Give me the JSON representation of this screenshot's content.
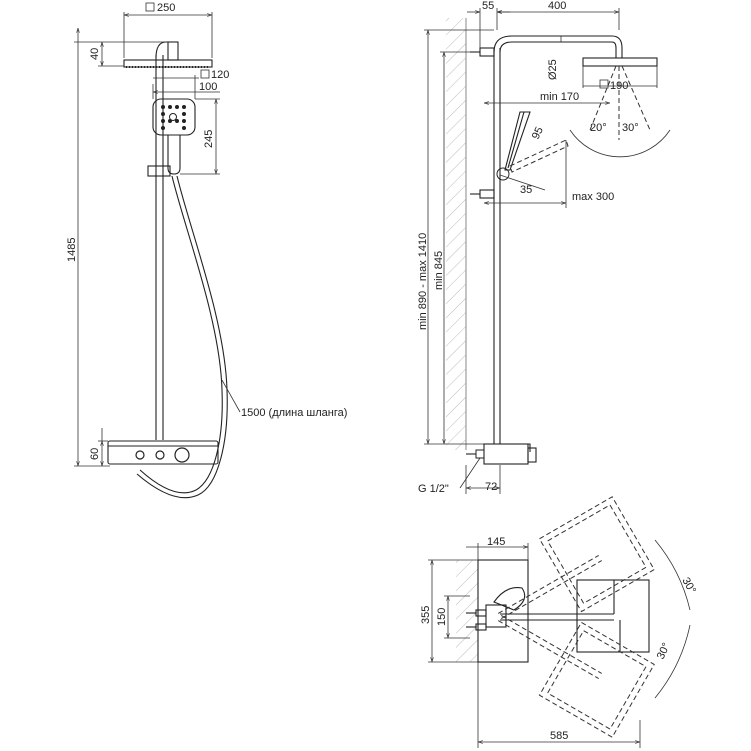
{
  "front_view": {
    "head_width": "250",
    "head_height": "40",
    "handset_size": "120",
    "handset_width": "100",
    "handset_height": "245",
    "total_height": "1485",
    "shelf_height": "60",
    "hose_label": "1500 (длина шланга)"
  },
  "side_view": {
    "wall_offset": "55",
    "arm_length": "400",
    "pipe_diameter": "Ø25",
    "head_size": "190",
    "min_170": "min 170",
    "dim_95": "95",
    "dim_35": "35",
    "max_300": "max 300",
    "angle_left": "20°",
    "angle_right": "30°",
    "height_range": "min 890 - max 1410",
    "min_845": "min 845",
    "thread": "G 1/2\"",
    "dim_72": "72"
  },
  "top_view": {
    "depth": "145",
    "width_355": "355",
    "width_150": "150",
    "angle_top": "30°",
    "angle_bottom": "30°",
    "total_585": "585"
  }
}
